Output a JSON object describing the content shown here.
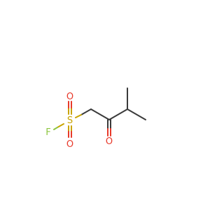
{
  "colors": {
    "background": "#ffffff",
    "bond": "#3a3a3a",
    "oxygen": "#e8392a",
    "sulfur": "#c9a400",
    "fluorine": "#8ec641"
  },
  "atoms": {
    "fluorine": "F",
    "sulfur": "S",
    "sulfonyl_oxygen_top": "O",
    "sulfonyl_oxygen_bottom": "O",
    "carbonyl_oxygen": "O"
  }
}
